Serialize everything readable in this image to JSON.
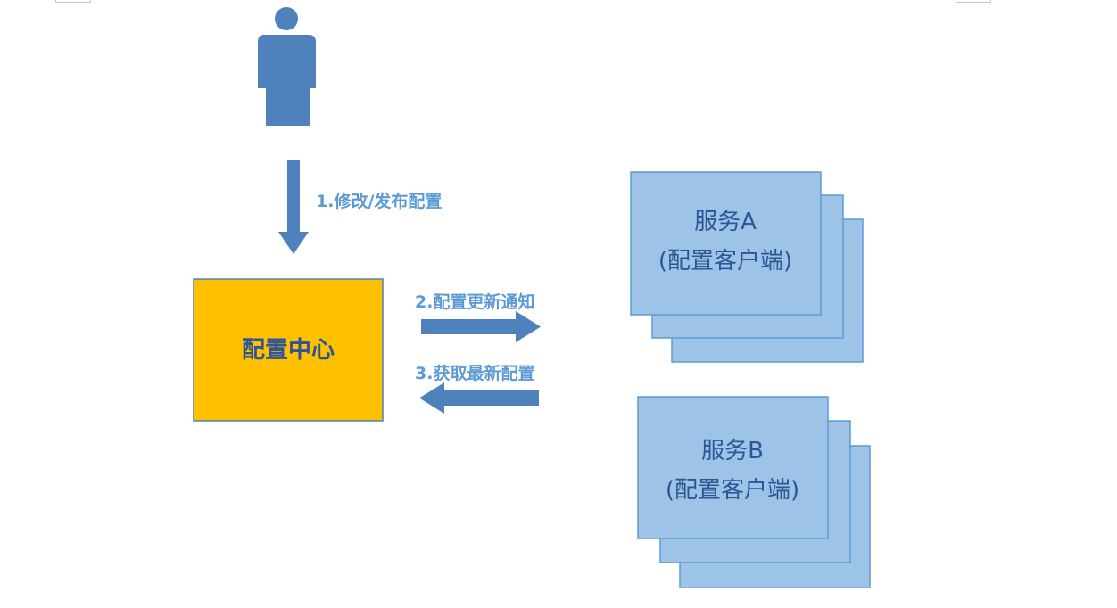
{
  "nodes": {
    "config_center": "配置中心",
    "service_a": {
      "line1": "服务A",
      "line2": "(配置客户端)"
    },
    "service_b": {
      "line1": "服务B",
      "line2": "(配置客户端)"
    }
  },
  "edges": {
    "modify_publish": "1.修改/发布配置",
    "update_notify": "2.配置更新通知",
    "fetch_latest": "3.获取最新配置"
  },
  "colors": {
    "arrow": "#4f81bd",
    "person": "#4f81bd",
    "config_center_fill": "#ffc000",
    "service_fill": "#9dc3e6",
    "service_stroke": "#5b9bd5",
    "label_text": "#5b9bd5",
    "node_text": "#2f5597"
  },
  "icons": {
    "actor": "person-icon"
  }
}
